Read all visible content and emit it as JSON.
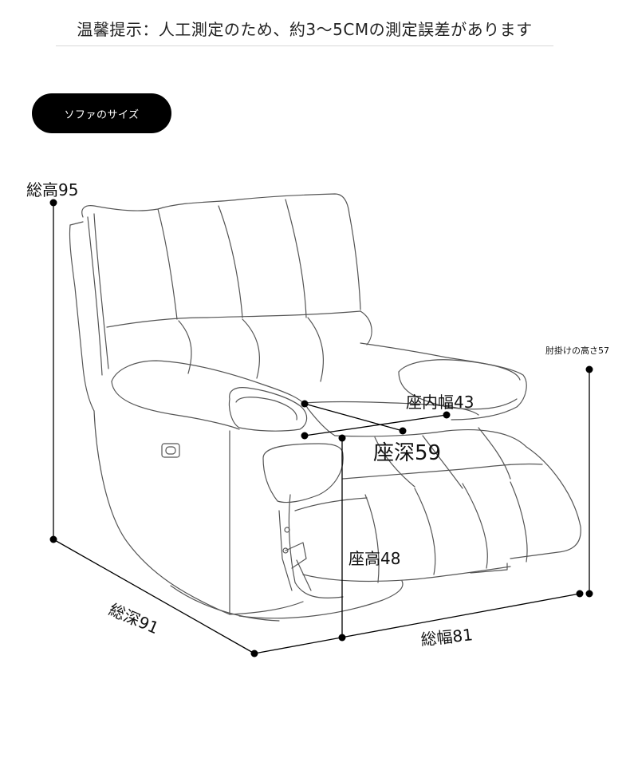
{
  "notice": "温馨提示：人工測定のため、約3～5CMの測定誤差があります",
  "section_label": "ソファのサイズ",
  "dimensions": {
    "total_height": "総高95",
    "armrest_height": "肘掛けの高さ57",
    "seat_inner_width": "座内幅43",
    "seat_depth": "座深59",
    "seat_height": "座高48",
    "total_depth": "総深91",
    "total_width": "総幅81"
  },
  "colors": {
    "line": "#000000",
    "sketch": "#555555",
    "pill_background": "#000000",
    "pill_text": "#ffffff"
  }
}
